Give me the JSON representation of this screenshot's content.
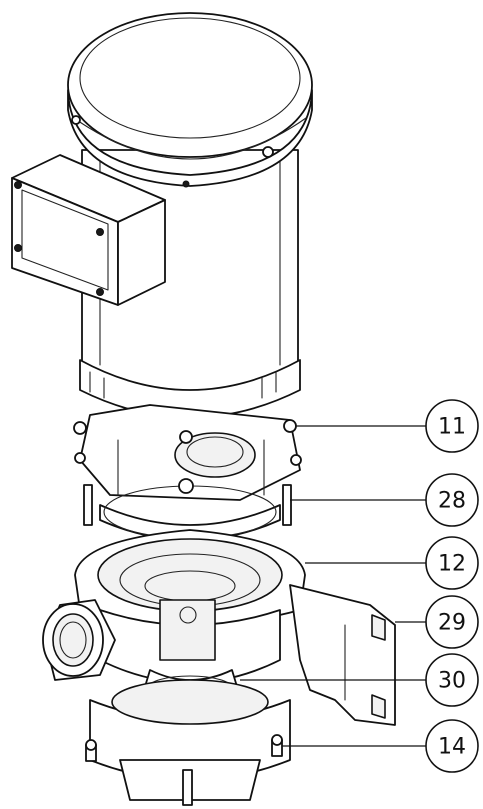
{
  "callouts": [
    {
      "id": "c11",
      "label": "11"
    },
    {
      "id": "c28",
      "label": "28"
    },
    {
      "id": "c12",
      "label": "12"
    },
    {
      "id": "c29",
      "label": "29"
    },
    {
      "id": "c30",
      "label": "30"
    },
    {
      "id": "c14",
      "label": "14"
    }
  ]
}
